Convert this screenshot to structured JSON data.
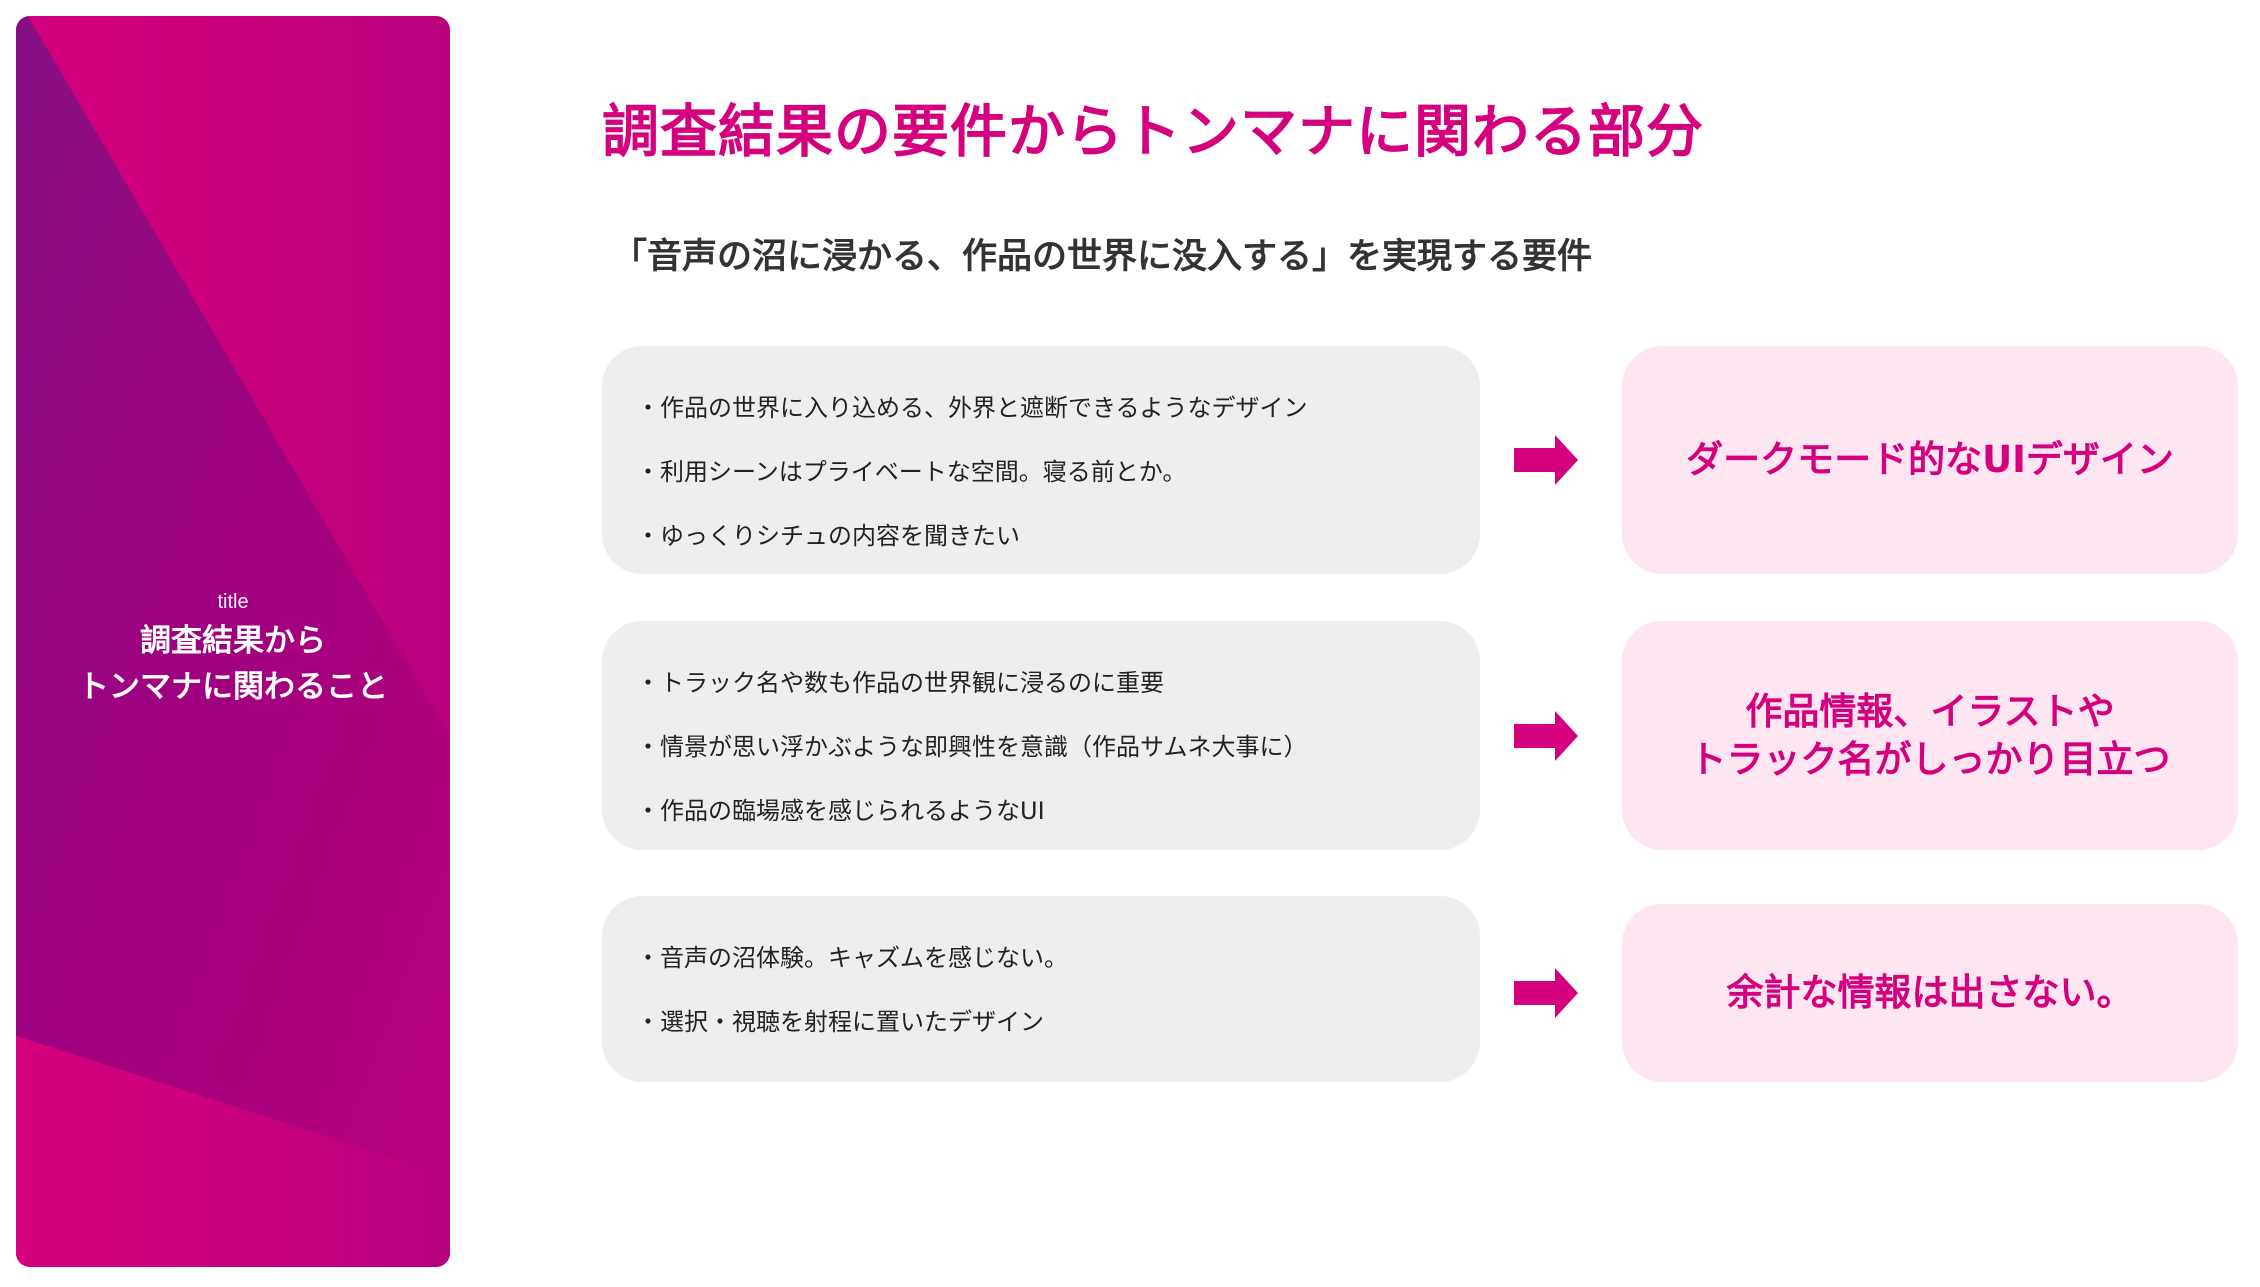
{
  "sidebar": {
    "label": "title",
    "title_line1": "調査結果から",
    "title_line2": "トンマナに関わること",
    "colors": {
      "pink": "#d4007e",
      "purple": "#8a0c80"
    }
  },
  "header": {
    "title": "調査結果の要件からトンマナに関わる部分",
    "subtitle": "「音声の沼に浸かる、作品の世界に没入する」を実現する要件"
  },
  "rows": [
    {
      "requirements": [
        "・作品の世界に入り込める、外界と遮断できるようなデザイン",
        "・利用シーンはプライベートな空間。寝る前とか。",
        "・ゆっくりシチュの内容を聞きたい"
      ],
      "arrow_icon": "right-arrow-icon",
      "result": "ダークモード的なUIデザイン"
    },
    {
      "requirements": [
        "・トラック名や数も作品の世界観に浸るのに重要",
        "・情景が思い浮かぶような即興性を意識（作品サムネ大事に）",
        "・作品の臨場感を感じられるようなUI"
      ],
      "arrow_icon": "right-arrow-icon",
      "result": "作品情報、イラストや\nトラック名がしっかり目立つ"
    },
    {
      "requirements": [
        "・音声の沼体験。キャズムを感じない。",
        "・選択・視聴を射程に置いたデザイン"
      ],
      "arrow_icon": "right-arrow-icon",
      "result": "余計な情報は出さない。"
    }
  ],
  "colors": {
    "accent": "#d4007e",
    "requirement_card_bg": "#eeeeee",
    "result_card_bg": "#fde6f1",
    "subtitle_text": "#333333",
    "body_text": "#222222"
  }
}
